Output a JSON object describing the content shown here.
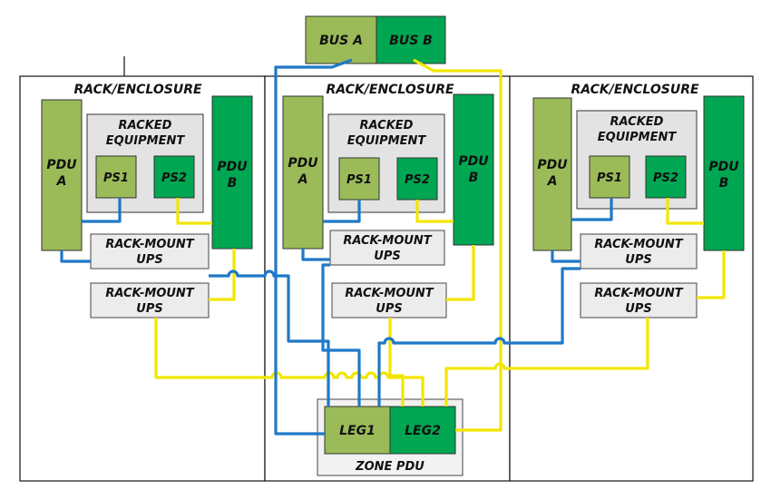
{
  "bus": {
    "a": "BUS A",
    "b": "BUS B"
  },
  "racks": [
    {
      "title": "RACK/ENCLOSURE",
      "pdu_a": [
        "PDU",
        "A"
      ],
      "pdu_b": [
        "PDU",
        "B"
      ],
      "equipment": [
        "RACKED",
        "EQUIPMENT"
      ],
      "ps1": "PS1",
      "ps2": "PS2",
      "ups1": [
        "RACK-MOUNT",
        "UPS"
      ],
      "ups2": [
        "RACK-MOUNT",
        "UPS"
      ]
    },
    {
      "title": "RACK/ENCLOSURE",
      "pdu_a": [
        "PDU",
        "A"
      ],
      "pdu_b": [
        "PDU",
        "B"
      ],
      "equipment": [
        "RACKED",
        "EQUIPMENT"
      ],
      "ps1": "PS1",
      "ps2": "PS2",
      "ups1": [
        "RACK-MOUNT",
        "UPS"
      ],
      "ups2": [
        "RACK-MOUNT",
        "UPS"
      ]
    },
    {
      "title": "RACK/ENCLOSURE",
      "pdu_a": [
        "PDU",
        "A"
      ],
      "pdu_b": [
        "PDU",
        "B"
      ],
      "equipment": [
        "RACKED",
        "EQUIPMENT"
      ],
      "ps1": "PS1",
      "ps2": "PS2",
      "ups1": [
        "RACK-MOUNT",
        "UPS"
      ],
      "ups2": [
        "RACK-MOUNT",
        "UPS"
      ]
    }
  ],
  "zone_pdu": {
    "label": "ZONE PDU",
    "leg1": "LEG1",
    "leg2": "LEG2"
  },
  "colors": {
    "feed_a": "#1f78c8",
    "feed_b": "#f2e600",
    "pdu_a_fill": "#9bbb59",
    "pdu_b_fill": "#00a651",
    "box_fill": "#ececec"
  }
}
